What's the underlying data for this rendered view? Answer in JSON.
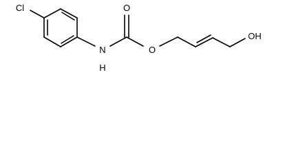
{
  "molecule": {
    "atoms": {
      "chlorine": "Cl",
      "carbonyl_oxygen": "O",
      "amide_nitrogen": "N",
      "amide_hydrogen": "H",
      "ester_oxygen": "O",
      "hydroxyl": "OH"
    }
  }
}
